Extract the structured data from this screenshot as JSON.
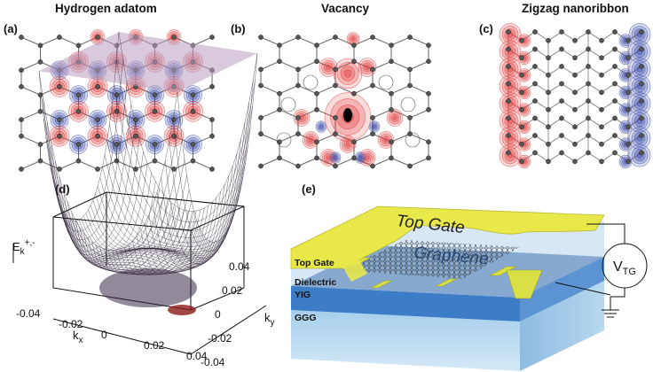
{
  "panels": {
    "a": {
      "label": "(a)",
      "title": "Hydrogen adatom"
    },
    "b": {
      "label": "(b)",
      "title": "Vacancy"
    },
    "c": {
      "label": "(c)",
      "title": "Zigzag nanoribbon"
    },
    "d": {
      "label": "(d)",
      "zlabel_main": "E",
      "zlabel_sub": "k",
      "zlabel_sup": "+,-",
      "xlabel_main": "k",
      "xlabel_sub": "x",
      "ylabel_main": "k",
      "ylabel_sub": "y",
      "kx_ticks": [
        "-0.04",
        "-0.02",
        "0",
        "0.02",
        "0.04"
      ],
      "ky_ticks": [
        "0.04",
        "0.02",
        "0",
        "-0.02",
        "-0.04"
      ]
    },
    "e": {
      "label": "(e)",
      "top_gate": "Top Gate",
      "graphene": "Graphene",
      "layers": [
        "Top Gate",
        "Dielectric",
        "YIG",
        "GGG"
      ],
      "vtg_main": "V",
      "vtg_sub": "TG"
    }
  },
  "colors": {
    "positive_density": "#e23b3b",
    "negative_density": "#3a4aa8",
    "gate_yellow": "#e8e84a",
    "yig_blue": "#3f7fc8",
    "ggg_blue": "#a9d0ec",
    "surface_purple": "#b89cc0"
  }
}
